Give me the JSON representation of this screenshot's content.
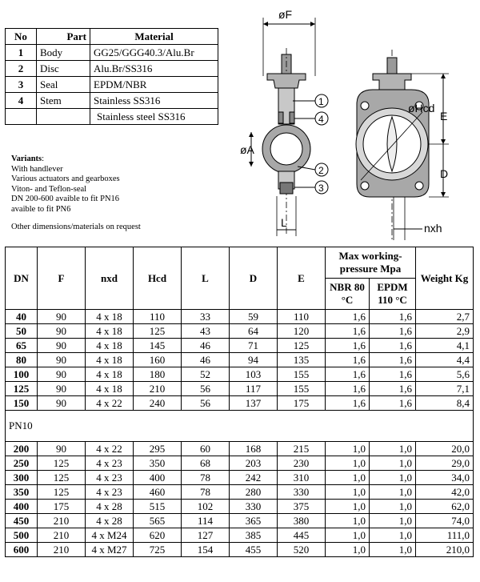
{
  "parts_table": {
    "headers": [
      "No",
      "Part",
      "Material"
    ],
    "rows": [
      {
        "no": "1",
        "part": "Body",
        "material": "GG25/GGG40.3/Alu.Br"
      },
      {
        "no": "2",
        "part": "Disc",
        "material": "Alu.Br/SS316"
      },
      {
        "no": "3",
        "part": "Seal",
        "material": "EPDM/NBR"
      },
      {
        "no": "4",
        "part": "Stem",
        "material": "Stainless SS316"
      },
      {
        "no": "",
        "part": "",
        "material": "Stainless steel SS316"
      }
    ]
  },
  "variants": {
    "heading": "Variants",
    "lines": [
      "With handlever",
      "Various actuators and gearboxes",
      "Viton- and Teflon-seal",
      "DN 200-600 avaible to fit PN16",
      "avaible to fit PN6"
    ],
    "other": "Other dimensions/materials on request"
  },
  "drawing_labels": {
    "f": "øF",
    "a": "øA",
    "hcd": "øHcd",
    "e": "E",
    "d": "D",
    "l": "L",
    "nxh": "nxh",
    "c1": "1",
    "c2": "2",
    "c3": "3",
    "c4": "4"
  },
  "main_table": {
    "headers": {
      "dn": "DN",
      "f": "F",
      "nxd": "nxd",
      "hcd": "Hcd",
      "l": "L",
      "d": "D",
      "e": "E",
      "pressure": "Max working-pressure Mpa",
      "nbr": "NBR 80 °C",
      "epdm": "EPDM 110 °C",
      "weight": "Weight Kg"
    },
    "group1": [
      [
        "40",
        "90",
        "4 x 18",
        "110",
        "33",
        "59",
        "110",
        "1,6",
        "1,6",
        "2,7"
      ],
      [
        "50",
        "90",
        "4 x 18",
        "125",
        "43",
        "64",
        "120",
        "1,6",
        "1,6",
        "2,9"
      ],
      [
        "65",
        "90",
        "4 x 18",
        "145",
        "46",
        "71",
        "125",
        "1,6",
        "1,6",
        "4,1"
      ],
      [
        "80",
        "90",
        "4 x 18",
        "160",
        "46",
        "94",
        "135",
        "1,6",
        "1,6",
        "4,4"
      ],
      [
        "100",
        "90",
        "4 x 18",
        "180",
        "52",
        "103",
        "155",
        "1,6",
        "1,6",
        "5,6"
      ],
      [
        "125",
        "90",
        "4 x 18",
        "210",
        "56",
        "117",
        "155",
        "1,6",
        "1,6",
        "7,1"
      ],
      [
        "150",
        "90",
        "4 x 22",
        "240",
        "56",
        "137",
        "175",
        "1,6",
        "1,6",
        "8,4"
      ]
    ],
    "caption": "PN10",
    "group2": [
      [
        "200",
        "90",
        "4 x 22",
        "295",
        "60",
        "168",
        "215",
        "1,0",
        "1,0",
        "20,0"
      ],
      [
        "250",
        "125",
        "4 x 23",
        "350",
        "68",
        "203",
        "230",
        "1,0",
        "1,0",
        "29,0"
      ],
      [
        "300",
        "125",
        "4 x 23",
        "400",
        "78",
        "242",
        "310",
        "1,0",
        "1,0",
        "34,0"
      ],
      [
        "350",
        "125",
        "4 x 23",
        "460",
        "78",
        "280",
        "330",
        "1,0",
        "1,0",
        "42,0"
      ],
      [
        "400",
        "175",
        "4 x 28",
        "515",
        "102",
        "330",
        "375",
        "1,0",
        "1,0",
        "62,0"
      ],
      [
        "450",
        "210",
        "4 x 28",
        "565",
        "114",
        "365",
        "380",
        "1,0",
        "1,0",
        "74,0"
      ],
      [
        "500",
        "210",
        "4 x M24",
        "620",
        "127",
        "385",
        "445",
        "1,0",
        "1,0",
        "111,0"
      ],
      [
        "600",
        "210",
        "4 x M27",
        "725",
        "154",
        "455",
        "520",
        "1,0",
        "1,0",
        "210,0"
      ]
    ]
  }
}
